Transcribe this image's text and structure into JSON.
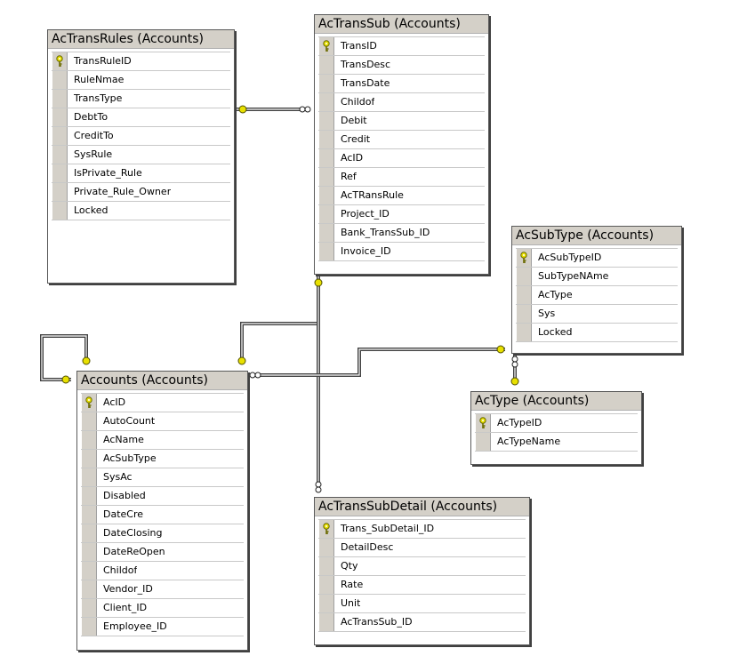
{
  "colors": {
    "title_bar": "#d4d0c8",
    "connector_line": "#404040",
    "key_symbol": "#e8e000",
    "border": "#5a5a5a"
  },
  "tables": [
    {
      "id": "actransrules",
      "title": "AcTransRules (Accounts)",
      "columns": [
        {
          "name": "TransRuleID",
          "key": true
        },
        {
          "name": "RuleNmae",
          "key": false
        },
        {
          "name": "TransType",
          "key": false
        },
        {
          "name": "DebtTo",
          "key": false
        },
        {
          "name": "CreditTo",
          "key": false
        },
        {
          "name": "SysRule",
          "key": false
        },
        {
          "name": "IsPrivate_Rule",
          "key": false
        },
        {
          "name": "Private_Rule_Owner",
          "key": false
        },
        {
          "name": "Locked",
          "key": false
        }
      ]
    },
    {
      "id": "actranssub",
      "title": "AcTransSub (Accounts)",
      "columns": [
        {
          "name": "TransID",
          "key": true
        },
        {
          "name": "TransDesc",
          "key": false
        },
        {
          "name": "TransDate",
          "key": false
        },
        {
          "name": "Childof",
          "key": false
        },
        {
          "name": "Debit",
          "key": false
        },
        {
          "name": "Credit",
          "key": false
        },
        {
          "name": "AcID",
          "key": false
        },
        {
          "name": "Ref",
          "key": false
        },
        {
          "name": "AcTRansRule",
          "key": false
        },
        {
          "name": "Project_ID",
          "key": false
        },
        {
          "name": "Bank_TransSub_ID",
          "key": false
        },
        {
          "name": "Invoice_ID",
          "key": false
        }
      ]
    },
    {
      "id": "acsubtype",
      "title": "AcSubType (Accounts)",
      "columns": [
        {
          "name": "AcSubTypeID",
          "key": true
        },
        {
          "name": "SubTypeNAme",
          "key": false
        },
        {
          "name": "AcType",
          "key": false
        },
        {
          "name": "Sys",
          "key": false
        },
        {
          "name": "Locked",
          "key": false
        }
      ]
    },
    {
      "id": "accounts",
      "title": "Accounts (Accounts)",
      "columns": [
        {
          "name": "AcID",
          "key": true
        },
        {
          "name": "AutoCount",
          "key": false
        },
        {
          "name": "AcName",
          "key": false
        },
        {
          "name": "AcSubType",
          "key": false
        },
        {
          "name": "SysAc",
          "key": false
        },
        {
          "name": "Disabled",
          "key": false
        },
        {
          "name": "DateCre",
          "key": false
        },
        {
          "name": "DateClosing",
          "key": false
        },
        {
          "name": "DateReOpen",
          "key": false
        },
        {
          "name": "Childof",
          "key": false
        },
        {
          "name": "Vendor_ID",
          "key": false
        },
        {
          "name": "Client_ID",
          "key": false
        },
        {
          "name": "Employee_ID",
          "key": false
        }
      ]
    },
    {
      "id": "actype",
      "title": "AcType (Accounts)",
      "columns": [
        {
          "name": "AcTypeID",
          "key": true
        },
        {
          "name": "AcTypeName",
          "key": false
        }
      ]
    },
    {
      "id": "actranssubdetail",
      "title": "AcTransSubDetail (Accounts)",
      "columns": [
        {
          "name": "Trans_SubDetail_ID",
          "key": true
        },
        {
          "name": "DetailDesc",
          "key": false
        },
        {
          "name": "Qty",
          "key": false
        },
        {
          "name": "Rate",
          "key": false
        },
        {
          "name": "Unit",
          "key": false
        },
        {
          "name": "AcTransSub_ID",
          "key": false
        }
      ]
    }
  ],
  "relationships": [
    {
      "from": "actransrules",
      "to": "actranssub"
    },
    {
      "from": "actranssub",
      "to": "actranssubdetail"
    },
    {
      "from": "accounts",
      "to": "accounts"
    },
    {
      "from": "accounts",
      "to": "actranssub"
    },
    {
      "from": "acsubtype",
      "to": "accounts"
    },
    {
      "from": "actype",
      "to": "acsubtype"
    }
  ]
}
